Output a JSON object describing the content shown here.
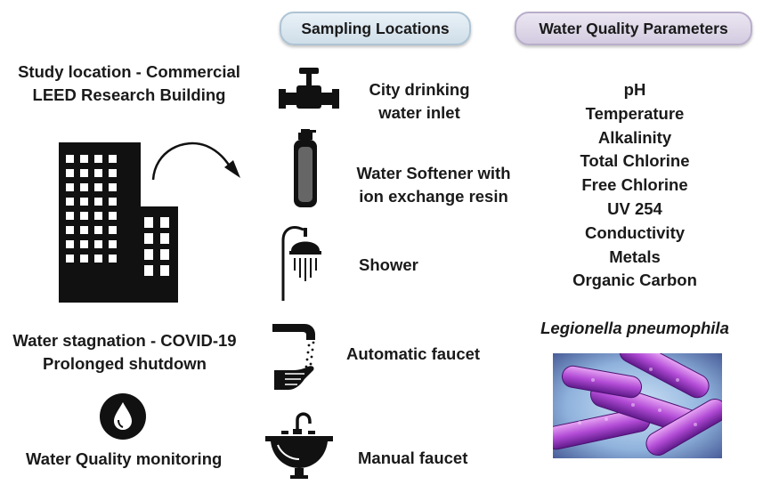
{
  "headers": {
    "sampling": "Sampling Locations",
    "parameters": "Water Quality Parameters"
  },
  "left": {
    "study_line1": "Study location -  Commercial",
    "study_line2": "LEED Research Building",
    "stagnation_line1": "Water stagnation - COVID-19",
    "stagnation_line2": "Prolonged shutdown",
    "monitoring": "Water Quality monitoring"
  },
  "sampling_locations": [
    {
      "line1": "City drinking",
      "line2": "water inlet",
      "icon": "pipe-valve-icon"
    },
    {
      "line1": "Water Softener with",
      "line2": "ion exchange resin",
      "icon": "softener-tank-icon"
    },
    {
      "line1": "Shower",
      "line2": "",
      "icon": "shower-icon"
    },
    {
      "line1": "Automatic faucet",
      "line2": "",
      "icon": "automatic-faucet-icon"
    },
    {
      "line1": "Manual faucet",
      "line2": "",
      "icon": "sink-faucet-icon"
    }
  ],
  "parameters": [
    "pH",
    "Temperature",
    "Alkalinity",
    "Total Chlorine",
    "Free Chlorine",
    "UV 254",
    "Conductivity",
    "Metals",
    "Organic Carbon"
  ],
  "organism": "Legionella pneumophila",
  "colors": {
    "sampling_header_bg": "#dbe7f0",
    "parameters_header_bg": "#ddd6e8",
    "icon": "#111111",
    "bacteria": "#a83fd0"
  }
}
